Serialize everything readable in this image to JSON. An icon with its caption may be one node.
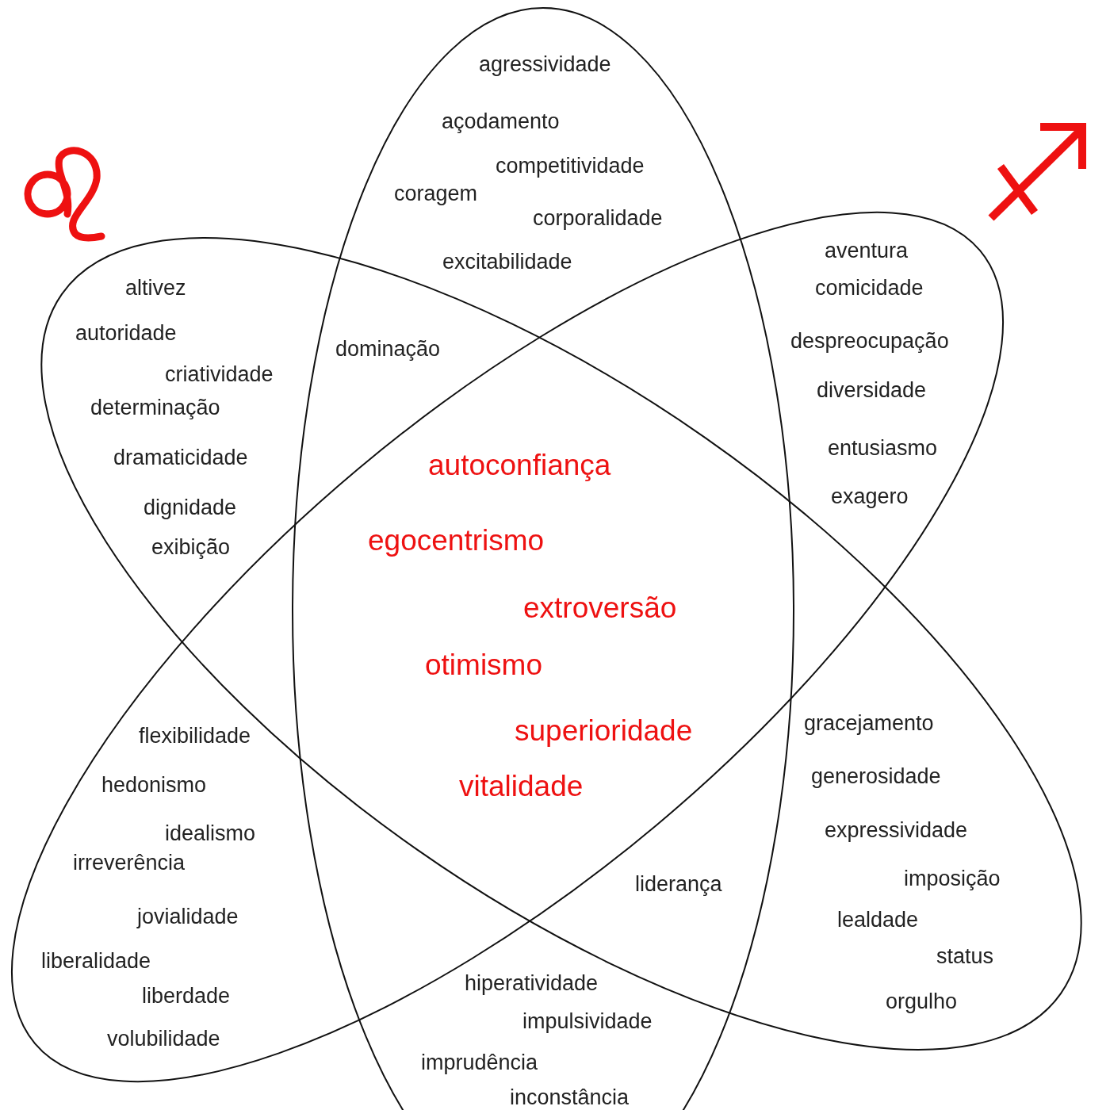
{
  "diagram": {
    "labels": [
      "agressividade",
      "açodamento",
      "competitividade",
      "coragem",
      "corporalidade",
      "aventura",
      "excitabilidade",
      "altivez",
      "comicidade",
      "autoridade",
      "despreocupação",
      "dominação",
      "criatividade",
      "diversidade",
      "determinação",
      "entusiasmo",
      "dramaticidade",
      "autoconfiança",
      "exagero",
      "dignidade",
      "egocentrismo",
      "exibição",
      "extroversão",
      "otimismo",
      "gracejamento",
      "superioridade",
      "flexibilidade",
      "generosidade",
      "hedonismo",
      "vitalidade",
      "idealismo",
      "expressividade",
      "irreverência",
      "imposição",
      "liderança",
      "jovialidade",
      "lealdade",
      "status",
      "liberalidade",
      "hiperatividade",
      "liberdade",
      "orgulho",
      "impulsividade",
      "volubilidade",
      "imprudência",
      "inconstância"
    ]
  }
}
